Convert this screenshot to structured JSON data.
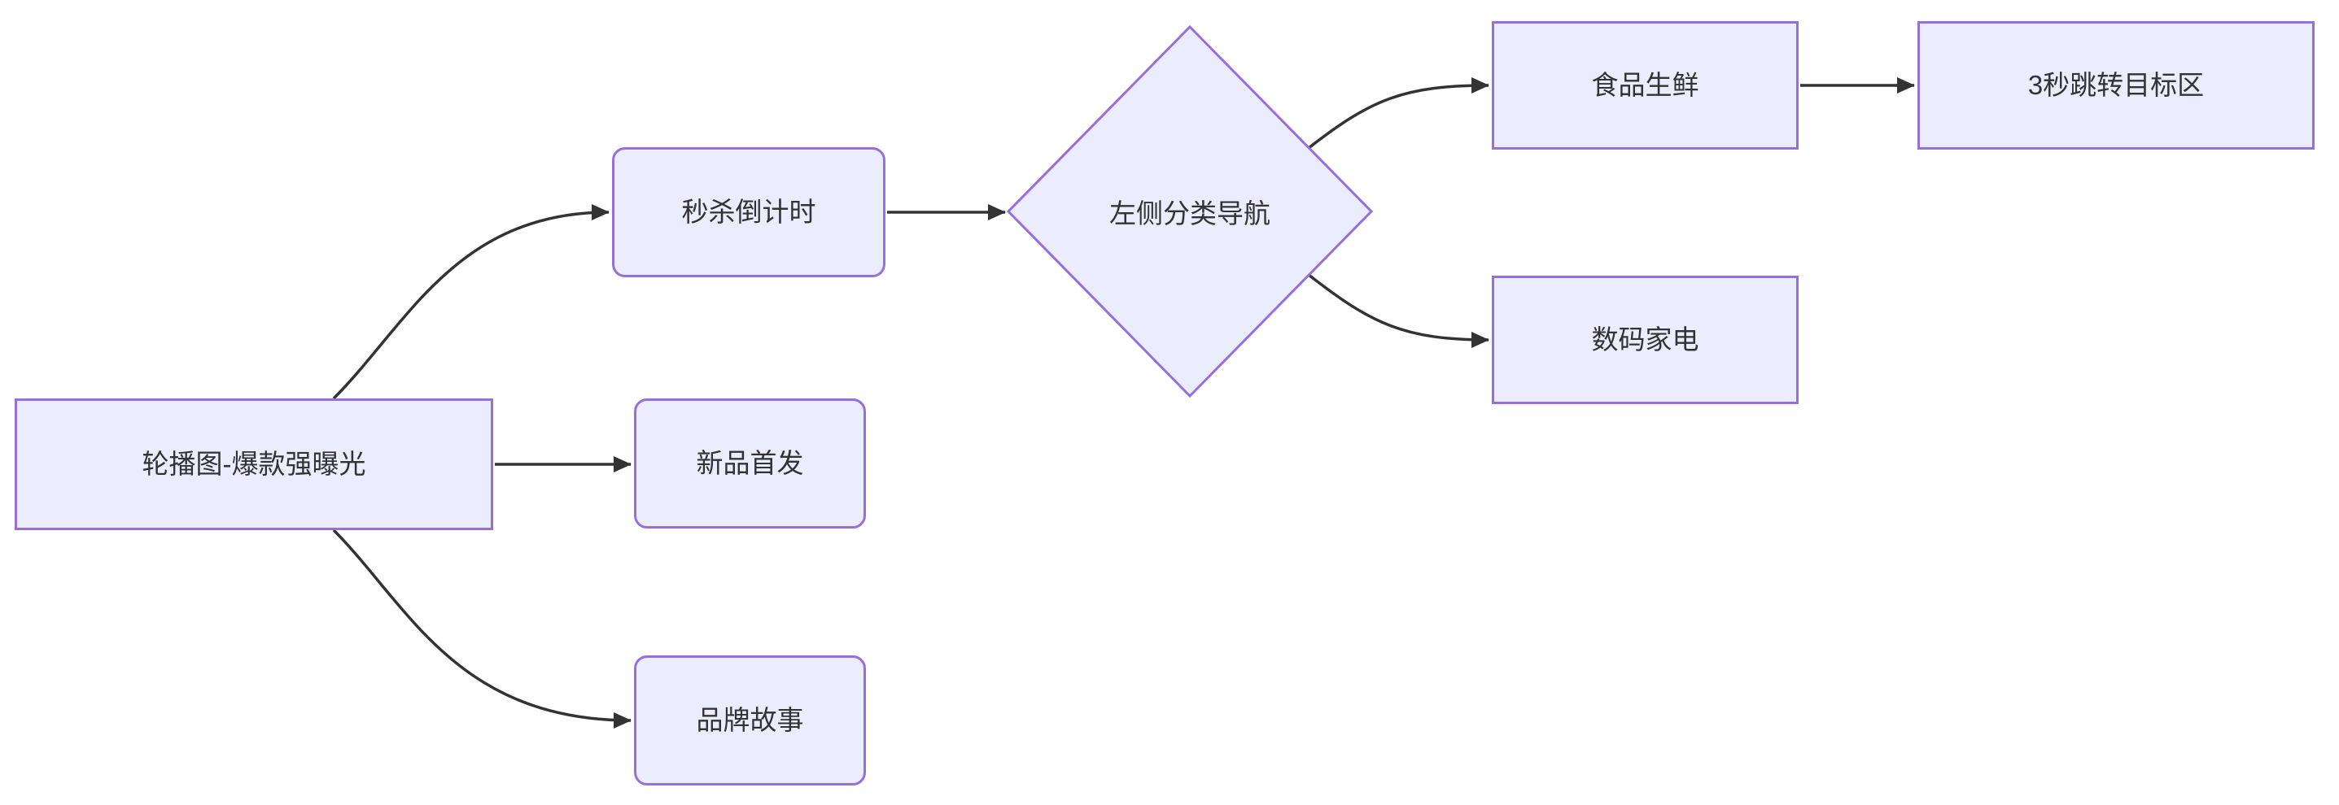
{
  "diagram": {
    "type": "flowchart",
    "direction": "LR",
    "background": "#FFFFFF",
    "colors": {
      "node_fill": "#ECECFF",
      "node_border": "#9370DB",
      "edge_line": "#333333",
      "text": "#333333"
    },
    "nodes": [
      {
        "id": "carousel",
        "label": "轮播图-爆款强曝光",
        "shape": "rect"
      },
      {
        "id": "seckill",
        "label": "秒杀倒计时",
        "shape": "rounded"
      },
      {
        "id": "newproduct",
        "label": "新品首发",
        "shape": "rounded"
      },
      {
        "id": "brandstory",
        "label": "品牌故事",
        "shape": "rounded"
      },
      {
        "id": "nav",
        "label": "左侧分类导航",
        "shape": "diamond"
      },
      {
        "id": "food",
        "label": "食品生鲜",
        "shape": "rect"
      },
      {
        "id": "digital",
        "label": "数码家电",
        "shape": "rect"
      },
      {
        "id": "target",
        "label": "3秒跳转目标区",
        "shape": "rect"
      }
    ],
    "edges": [
      {
        "from": "carousel",
        "to": "seckill",
        "style": "curve"
      },
      {
        "from": "carousel",
        "to": "newproduct",
        "style": "straight"
      },
      {
        "from": "carousel",
        "to": "brandstory",
        "style": "curve"
      },
      {
        "from": "seckill",
        "to": "nav",
        "style": "straight"
      },
      {
        "from": "nav",
        "to": "food",
        "style": "curve"
      },
      {
        "from": "nav",
        "to": "digital",
        "style": "curve"
      },
      {
        "from": "food",
        "to": "target",
        "style": "straight"
      }
    ]
  }
}
